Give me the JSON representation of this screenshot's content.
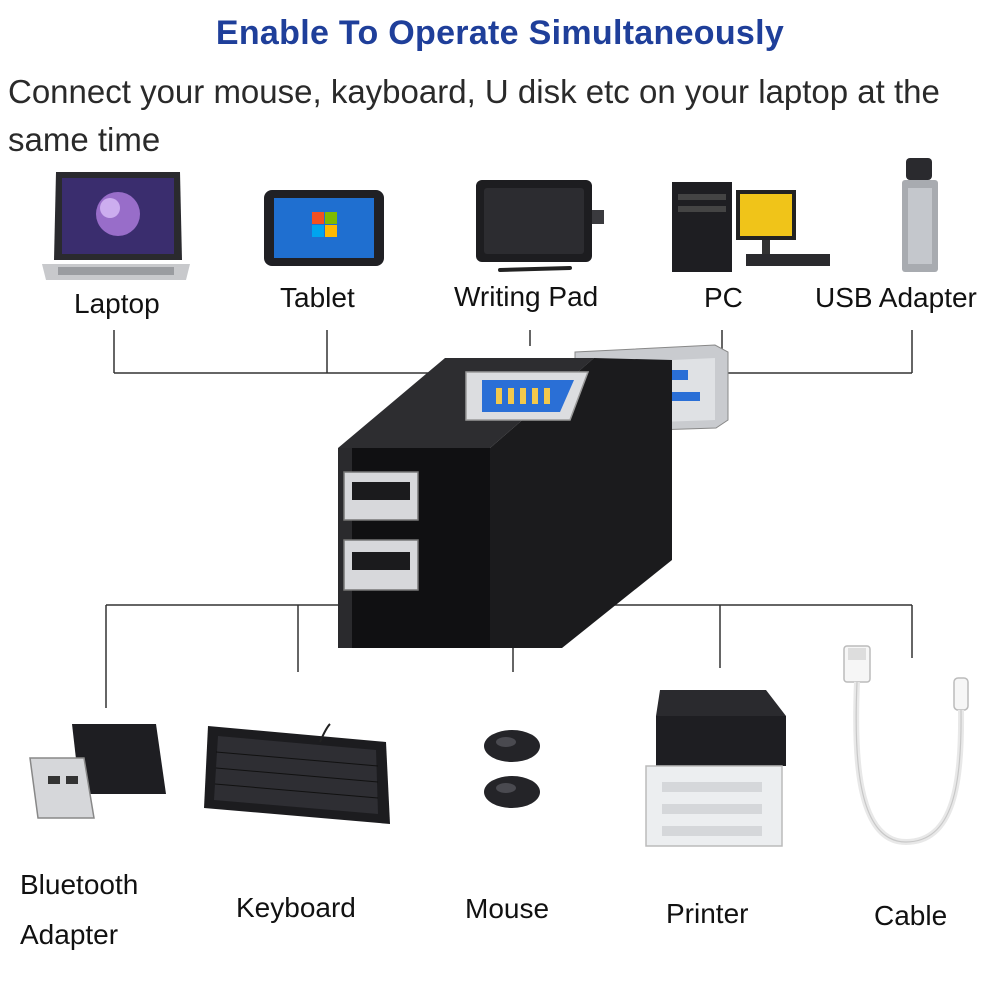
{
  "heading": "Enable To Operate Simultaneously",
  "description": "Connect your mouse, kayboard, U disk etc on your laptop at the same time",
  "top_devices": [
    {
      "label": "Laptop"
    },
    {
      "label": "Tablet"
    },
    {
      "label": "Writing Pad"
    },
    {
      "label": "PC"
    },
    {
      "label": "USB Adapter"
    }
  ],
  "bottom_devices": [
    {
      "label": "Bluetooth Adapter"
    },
    {
      "label": "Keyboard"
    },
    {
      "label": "Mouse"
    },
    {
      "label": "Printer"
    },
    {
      "label": "Cable"
    }
  ],
  "colors": {
    "heading": "#1f3f9a",
    "usb_blue": "#2a6fd6",
    "hub_black": "#1b1b1d",
    "lines": "#333333"
  }
}
